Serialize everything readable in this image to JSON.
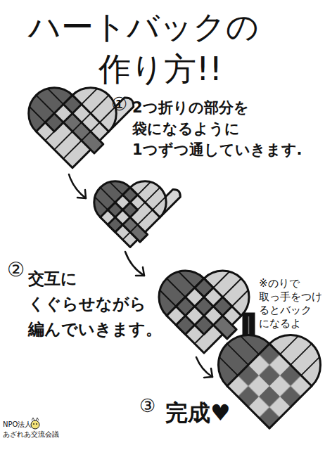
{
  "diagram": {
    "title": "ハートバックの 作り方!!",
    "labels": [
      "①",
      "2つ折りの部分を 袋になるように 1つずつ通していきます.",
      "②",
      "交互に くぐらせながら 編んでいきます。",
      "※のりで 取っ手をつけ るとバック になるよ",
      "③",
      "完成♥",
      "NPO法人",
      "あざれあ交流会議"
    ]
  }
}
